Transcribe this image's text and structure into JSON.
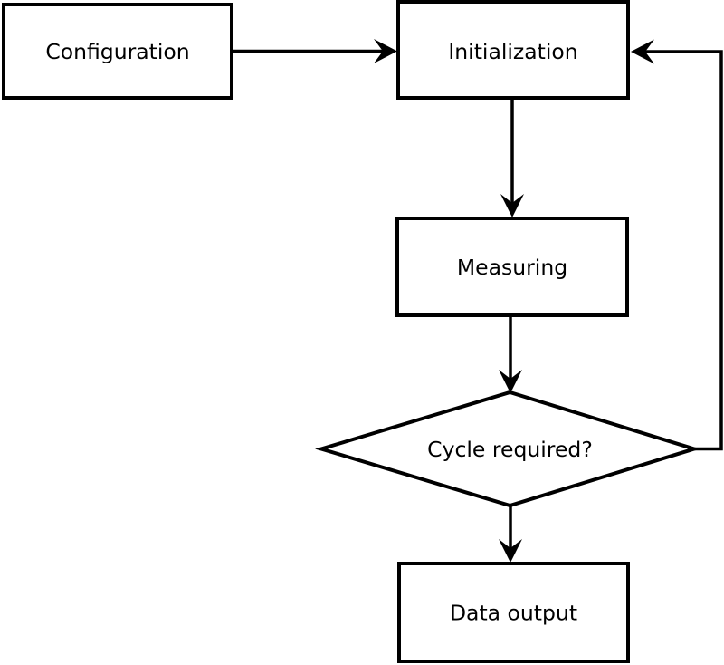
{
  "diagram": {
    "type": "flowchart",
    "colors": {
      "background": "#ffffff",
      "stroke": "#000000",
      "node_fill": "#ffffff",
      "text": "#000000"
    },
    "nodes": {
      "configuration": {
        "label": "Configuration",
        "shape": "rectangle"
      },
      "initialization": {
        "label": "Initialization",
        "shape": "rectangle"
      },
      "measuring": {
        "label": "Measuring",
        "shape": "rectangle"
      },
      "cycle_required": {
        "label": "Cycle required?",
        "shape": "diamond"
      },
      "data_output": {
        "label": "Data output",
        "shape": "rectangle"
      }
    },
    "edges": [
      {
        "from": "configuration",
        "to": "initialization",
        "style": "arrow"
      },
      {
        "from": "initialization",
        "to": "measuring",
        "style": "arrow"
      },
      {
        "from": "measuring",
        "to": "cycle_required",
        "style": "arrow"
      },
      {
        "from": "cycle_required",
        "to": "data_output",
        "style": "arrow"
      },
      {
        "from": "cycle_required",
        "to": "initialization",
        "style": "arrow",
        "kind": "feedback-loop"
      }
    ]
  }
}
